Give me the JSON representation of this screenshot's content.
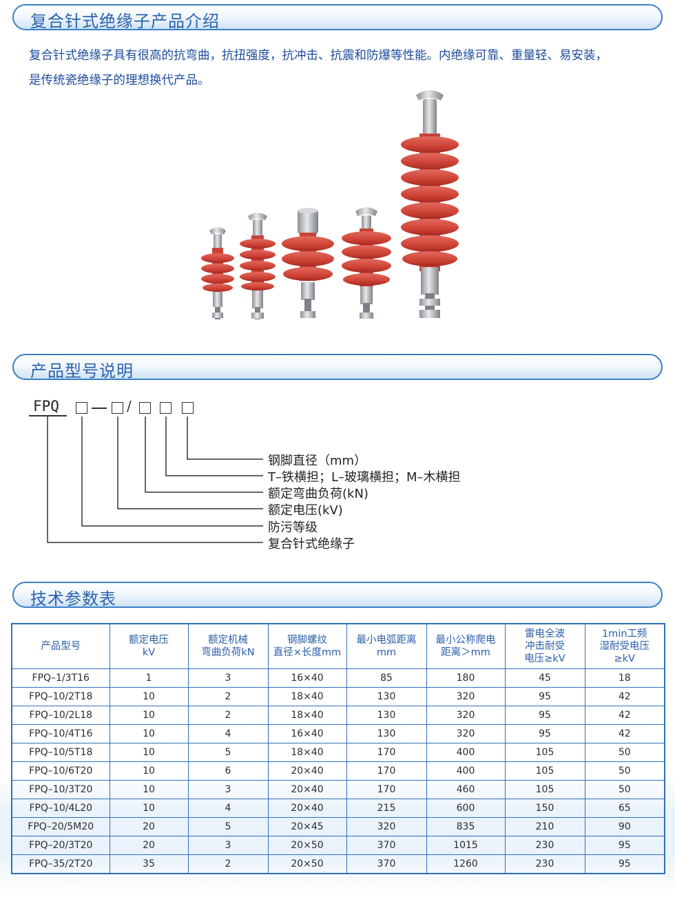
{
  "sections": {
    "intro_title": "复合针式绝缘子产品介绍",
    "model_title": "产品型号说明",
    "params_title": "技术参数表"
  },
  "intro": {
    "line1": "复合针式绝缘子具有很高的抗弯曲，抗扭强度，抗冲击、抗震和防爆等性能。内绝缘可靠、重量轻、易安装，",
    "line2": "是传统瓷绝缘子的理想换代产品。"
  },
  "model": {
    "prefix": "FPQ",
    "slash": "/",
    "labels": [
      "钢脚直径（mm）",
      "T–铁横担；L–玻璃横担；M–木横担",
      "额定弯曲负荷(kN)",
      "额定电压(kV)",
      "防污等级",
      "复合针式绝缘子"
    ]
  },
  "table": {
    "headers": [
      "产品型号",
      "额定电压\nkV",
      "额定机械\n弯曲负荷kN",
      "钢脚螺纹\n直径×长度mm",
      "最小电弧距离\nmm",
      "最小公称爬电\n距离＞mm",
      "雷电全波\n冲击耐受\n电压≥kV",
      "1min工频\n湿耐受电压\n≥kV"
    ],
    "rows": [
      [
        "FPQ–1/3T16",
        "1",
        "3",
        "16×40",
        "85",
        "180",
        "45",
        "18"
      ],
      [
        "FPQ–10/2T18",
        "10",
        "2",
        "18×40",
        "130",
        "320",
        "95",
        "42"
      ],
      [
        "FPQ–10/2L18",
        "10",
        "2",
        "18×40",
        "130",
        "320",
        "95",
        "42"
      ],
      [
        "FPQ–10/4T16",
        "10",
        "4",
        "16×40",
        "130",
        "320",
        "95",
        "42"
      ],
      [
        "FPQ–10/5T18",
        "10",
        "5",
        "18×40",
        "170",
        "400",
        "105",
        "50"
      ],
      [
        "FPQ–10/6T20",
        "10",
        "6",
        "20×40",
        "170",
        "400",
        "105",
        "50"
      ],
      [
        "FPQ–10/3T20",
        "10",
        "3",
        "20×40",
        "170",
        "460",
        "105",
        "50"
      ],
      [
        "FPQ–10/4L20",
        "10",
        "4",
        "20×40",
        "215",
        "600",
        "150",
        "65"
      ],
      [
        "FPQ–20/5M20",
        "20",
        "5",
        "20×45",
        "320",
        "835",
        "210",
        "90"
      ],
      [
        "FPQ–20/3T20",
        "20",
        "3",
        "20×50",
        "370",
        "1015",
        "230",
        "95"
      ],
      [
        "FPQ–35/2T20",
        "35",
        "2",
        "20×50",
        "370",
        "1260",
        "230",
        "95"
      ]
    ]
  },
  "colors": {
    "accent": "#2a62ad",
    "header_border": "#3a7ec8",
    "shed_red": "#d4473a",
    "metal_gray": "#b9bcc0"
  }
}
